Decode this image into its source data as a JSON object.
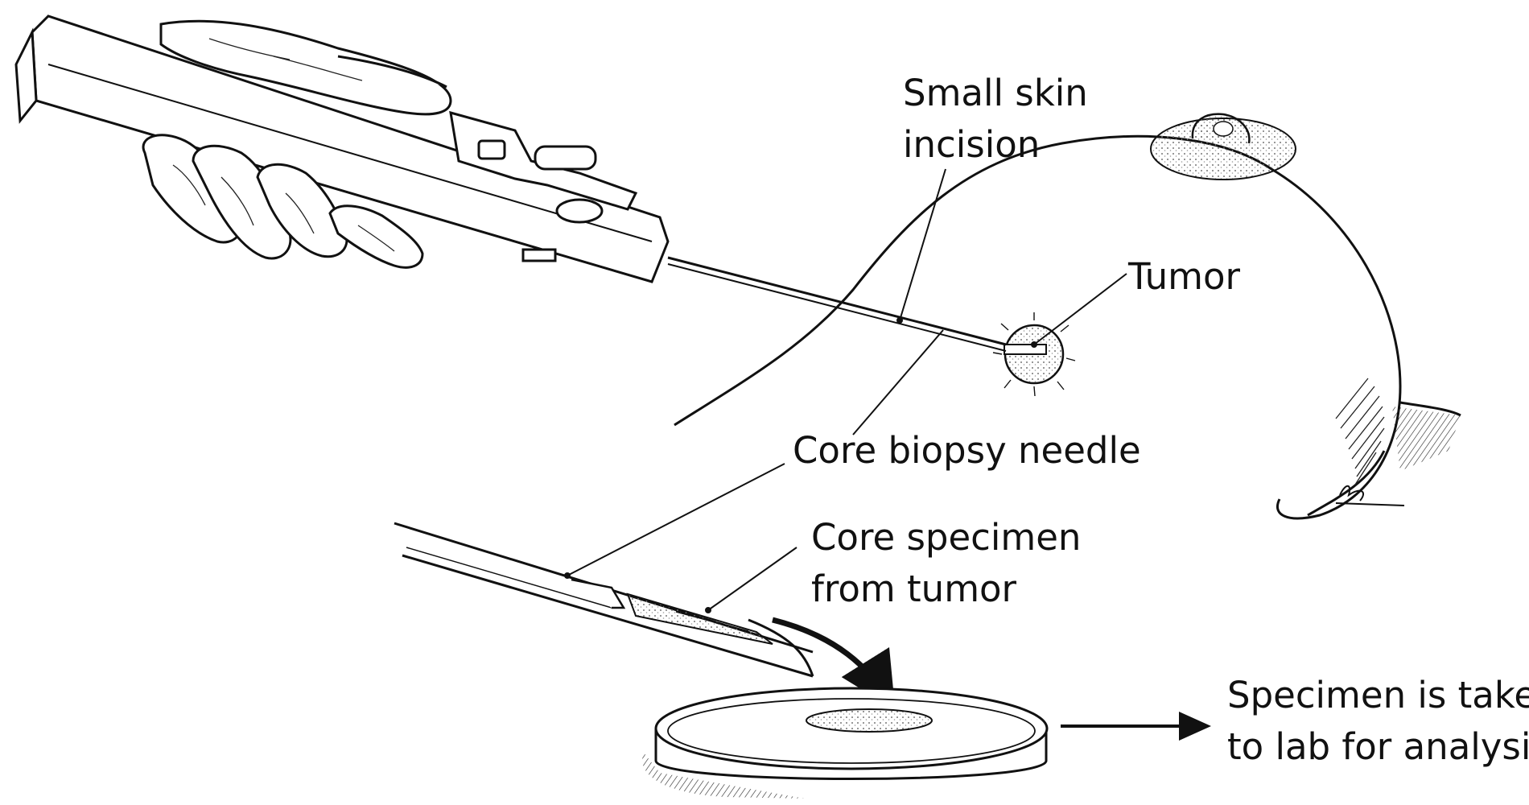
{
  "labels": {
    "incision": [
      "Small skin",
      "incision"
    ],
    "tumor": "Tumor",
    "needle": "Core biopsy needle",
    "specimen": [
      "Core specimen",
      "from tumor"
    ],
    "lab": [
      "Specimen is taken",
      "to lab for analysis"
    ]
  },
  "colors": {
    "ink": "#111111",
    "background": "#ffffff",
    "stipple": "#9a9a9a"
  }
}
